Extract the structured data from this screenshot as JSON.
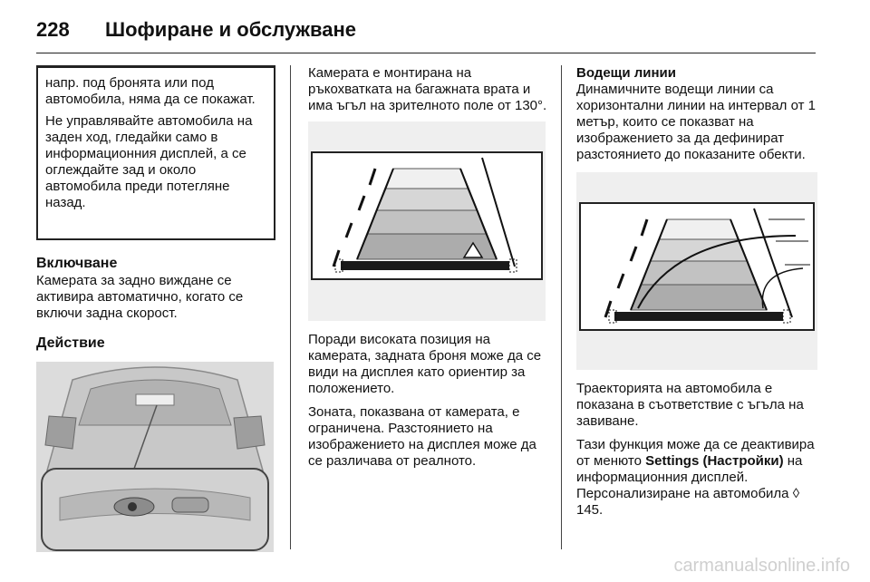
{
  "header": {
    "page_number": "228",
    "chapter": "Шофиране и обслужване"
  },
  "col1": {
    "warning_p1": "напр. под бронята или под автомобила, няма да се покажат.",
    "warning_p2": "Не управлявайте автомобила на заден ход, гледайки само в информационния дисплей, а се оглеждайте зад и около автомобила преди потегляне назад.",
    "heading_activation": "Включване",
    "activation_text": "Камерата за задно виждане се активира автоматично, когато се включи задна скорост.",
    "heading_function": "Действие"
  },
  "col2": {
    "p1": "Камерата е монтирана на ръкохватката на багажната врата и има ъгъл на зрителното поле от 130°.",
    "p2": "Поради високата позиция на камерата, задната броня може да се види на дисплея като ориентир за положението.",
    "p3": "Зоната, показвана от камерата, е ограничена. Разстоянието на изображението на дисплея може да се различава от реалното."
  },
  "col3": {
    "heading_guides": "Водещи линии",
    "guides_text": "Динамичните водещи линии са хоризонтални линии на интервал от 1 метър, които се показват на изображението за да дефинират разстоянието до показаните обекти.",
    "trajectory_text": "Траекторията на автомобила е показана в съответствие с ъгъла на завиване.",
    "deactivate_pre": "Тази функция може да се деактивира от менюто ",
    "settings_label": "Settings (Настройки)",
    "deactivate_post": " на информационния дисплей. Персонализиране на автомобила ",
    "page_ref_arrow": "◊",
    "page_ref": " 145."
  },
  "footer": {
    "watermark": "carmanualsonline.info"
  },
  "colors": {
    "text": "#111111",
    "figure_bg": "#efefef",
    "lane_fill": "#a8a8a8",
    "bumper": "#1a1a1a"
  }
}
